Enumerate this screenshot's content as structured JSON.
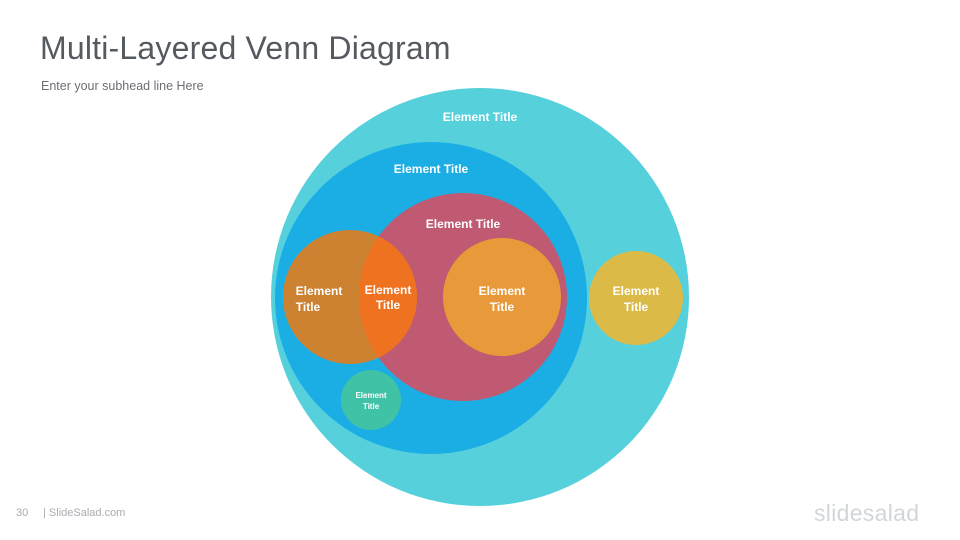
{
  "slide": {
    "title": "Multi-Layered Venn Diagram",
    "subhead": "Enter your subhead  line Here",
    "page_number": "30",
    "footer_site": "| SlideSalad.com",
    "brand": "slidesalad"
  },
  "diagram": {
    "outer": {
      "line1": "Element  Title",
      "color": "#56d1dc"
    },
    "middle": {
      "line1": "Element  Title",
      "color": "#1aaee5"
    },
    "inner": {
      "line1": "Element  Title",
      "color": "#bf5a72"
    },
    "left": {
      "line1": "Element",
      "line2": "Title",
      "color": "#cd8232"
    },
    "overlap": {
      "line1": "Element",
      "line2": "Title",
      "color": "#ef7221"
    },
    "inner_right": {
      "line1": "Element",
      "line2": "Title",
      "color": "#e89a3a"
    },
    "small_green": {
      "line1": "Element",
      "line2": "Title",
      "color": "#3fc2a5"
    },
    "right_yellow": {
      "line1": "Element",
      "line2": "Title",
      "color": "#dcba48"
    }
  }
}
